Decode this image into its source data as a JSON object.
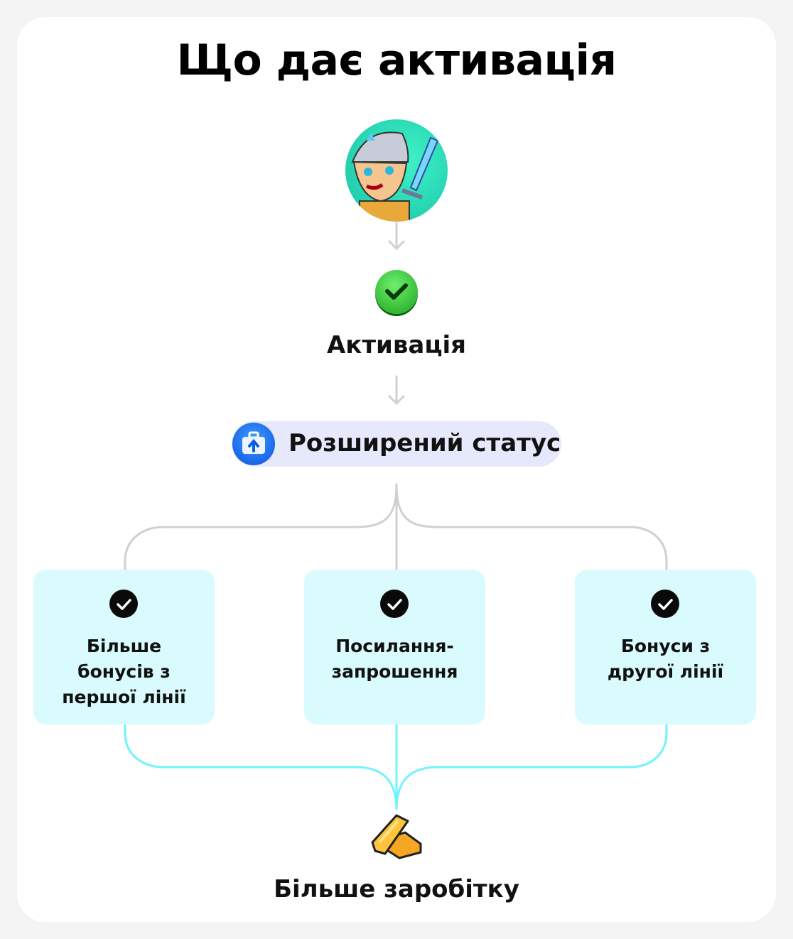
{
  "title": "Що дає активація",
  "steps": {
    "activation": "Активація",
    "status": "Розширений статус",
    "result": "Більше заробітку"
  },
  "benefits": [
    {
      "label": "Більше бонусів з першої лінії"
    },
    {
      "label": "Посилання-запрошення"
    },
    {
      "label": "Бонуси з другої лінії"
    }
  ],
  "colors": {
    "pill": "#e6e9fb",
    "box": "#d9fbfd",
    "connector_gray": "#d0d0d0",
    "connector_cyan": "#6ff4fb",
    "check_green": "#2ecc2e"
  }
}
